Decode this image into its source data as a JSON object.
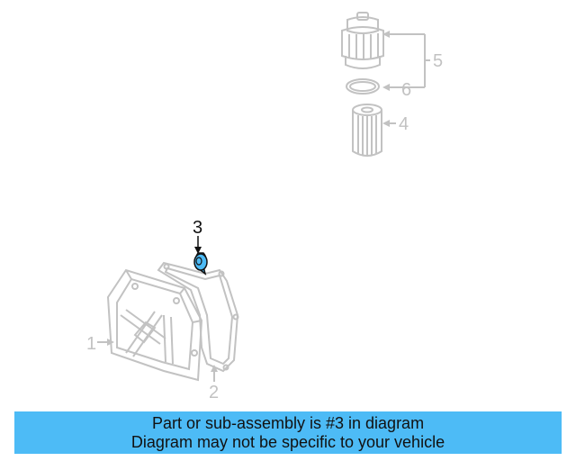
{
  "callouts": {
    "part_1": "1",
    "part_2": "2",
    "part_3": "3",
    "part_4": "4",
    "part_5": "5",
    "part_6": "6"
  },
  "banner": {
    "line_1": "Part or sub-assembly is #3 in diagram",
    "line_2": "Diagram may not be specific to your vehicle"
  },
  "colors": {
    "highlight_fill": "#4dbbf6",
    "faded_stroke": "#c2c2c2",
    "banner_background": "#4dbbf6"
  }
}
